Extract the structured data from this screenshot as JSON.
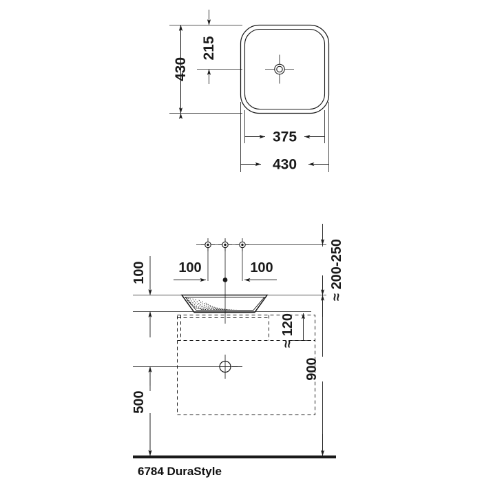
{
  "drawing": {
    "model_label": "6784 DuraStyle",
    "product": "DuraStyle washbasin",
    "units": "mm",
    "views": [
      {
        "name": "top-view",
        "description": "rounded square basin seen from above with central drain"
      },
      {
        "name": "front-elevation",
        "description": "basin on wall with cabinet outline dashed and floor line"
      }
    ],
    "dimensions": {
      "top_view_depth_total": "430",
      "top_view_depth_inner": "215",
      "top_view_width_inner": "375",
      "top_view_width_total": "430",
      "tap_hole_left": "100",
      "tap_hole_right": "100",
      "rim_to_taphole": "100",
      "basin_depth_approx": "≈ 120",
      "wall_clearance": "≈ 200-250",
      "drain_height": "500",
      "rim_height": "900"
    },
    "colors": {
      "line": "#1a1a1a",
      "text": "#111111",
      "background": "#ffffff",
      "dashed": "#1a1a1a"
    }
  }
}
